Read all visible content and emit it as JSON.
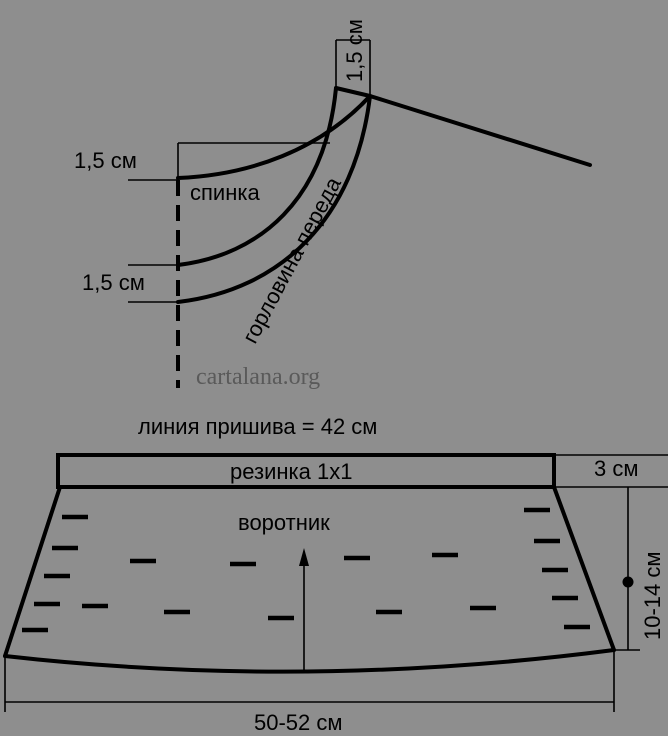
{
  "labels": {
    "back": "спинка",
    "front_neckline": "горловина переда",
    "seam_1_5_top": "1,5 см",
    "seam_1_5_left_upper": "1,5 см",
    "seam_1_5_left_lower": "1,5 см",
    "watermark": "cartalana.org",
    "attach_line": "линия пришива = 42 см",
    "rib": "резинка 1х1",
    "rib_height": "3 см",
    "collar": "воротник",
    "collar_height": "10-14 см",
    "bottom_width": "50-52 см"
  },
  "colors": {
    "background": "#8e8e8e",
    "ink": "#000000",
    "watermark": "#5a5a5a"
  }
}
